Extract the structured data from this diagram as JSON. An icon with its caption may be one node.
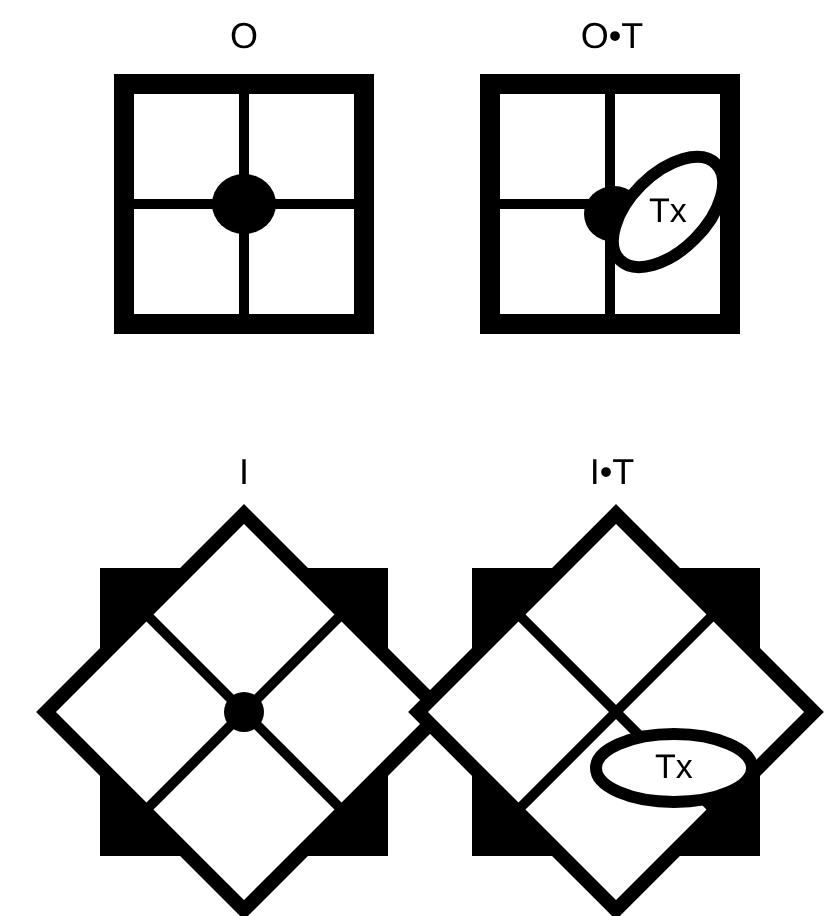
{
  "diagram": {
    "nodes": [
      {
        "text": [
          "Tx"
        ]
      },
      {
        "text": [
          "Tx"
        ]
      }
    ],
    "labels": [
      "O",
      "O•T",
      "I",
      "I•T"
    ]
  }
}
